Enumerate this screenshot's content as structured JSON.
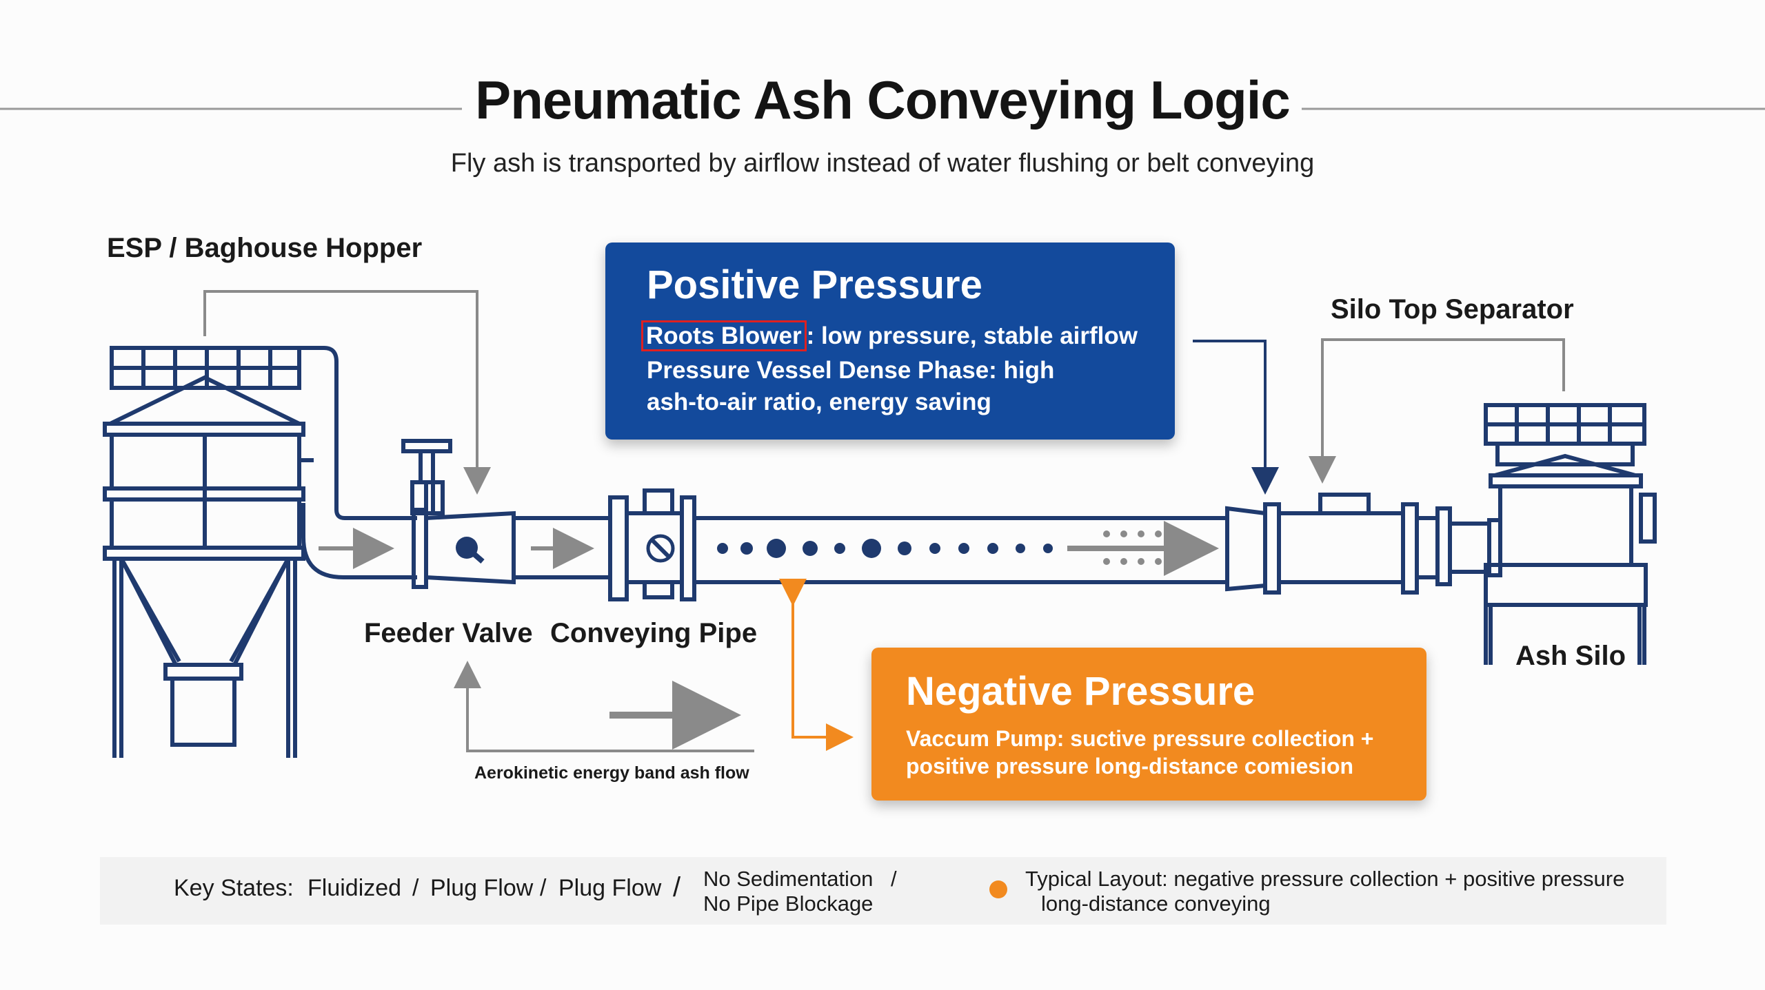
{
  "title": "Pneumatic Ash Conveying Logic",
  "subtitle": "Fly ash is transported by airflow instead of water flushing or belt conveying",
  "components": {
    "hopper": "ESP / Baghouse Hopper",
    "feeder_valve": "Feeder Valve",
    "conveying_pipe": "Conveying Pipe",
    "silo_separator": "Silo Top Separator",
    "ash_silo": "Ash Silo"
  },
  "positive_pressure": {
    "title": "Positive Pressure",
    "highlight": "Roots Blower",
    "line1_rest": ": low pressure, stable airflow",
    "line2": "Pressure Vessel Dense Phase: high",
    "line3": "ash-to-air ratio, energy saving"
  },
  "negative_pressure": {
    "title": "Negative Pressure",
    "line1": "Vaccum Pump: suctive pressure collection +",
    "line2": "positive pressure long-distance comiesion"
  },
  "flow_note": "Aerokinetic energy band ash flow",
  "key_states": {
    "label": "Key States:",
    "states": [
      "Fluidized",
      "/",
      "Plug Flow",
      "/",
      "Plug Flow",
      "/"
    ],
    "no_sedimentation": "No Sedimentation",
    "slash": "/",
    "no_blockage": "No Pipe Blockage"
  },
  "typical_layout": {
    "line1": "Typical Layout: negative pressure collection + positive pressure",
    "line2": "long-distance conveying"
  },
  "colors": {
    "navy": "#1f3a6e",
    "blue_box": "#134a9c",
    "orange": "#f28a1f",
    "gray": "#8a8a8a"
  }
}
